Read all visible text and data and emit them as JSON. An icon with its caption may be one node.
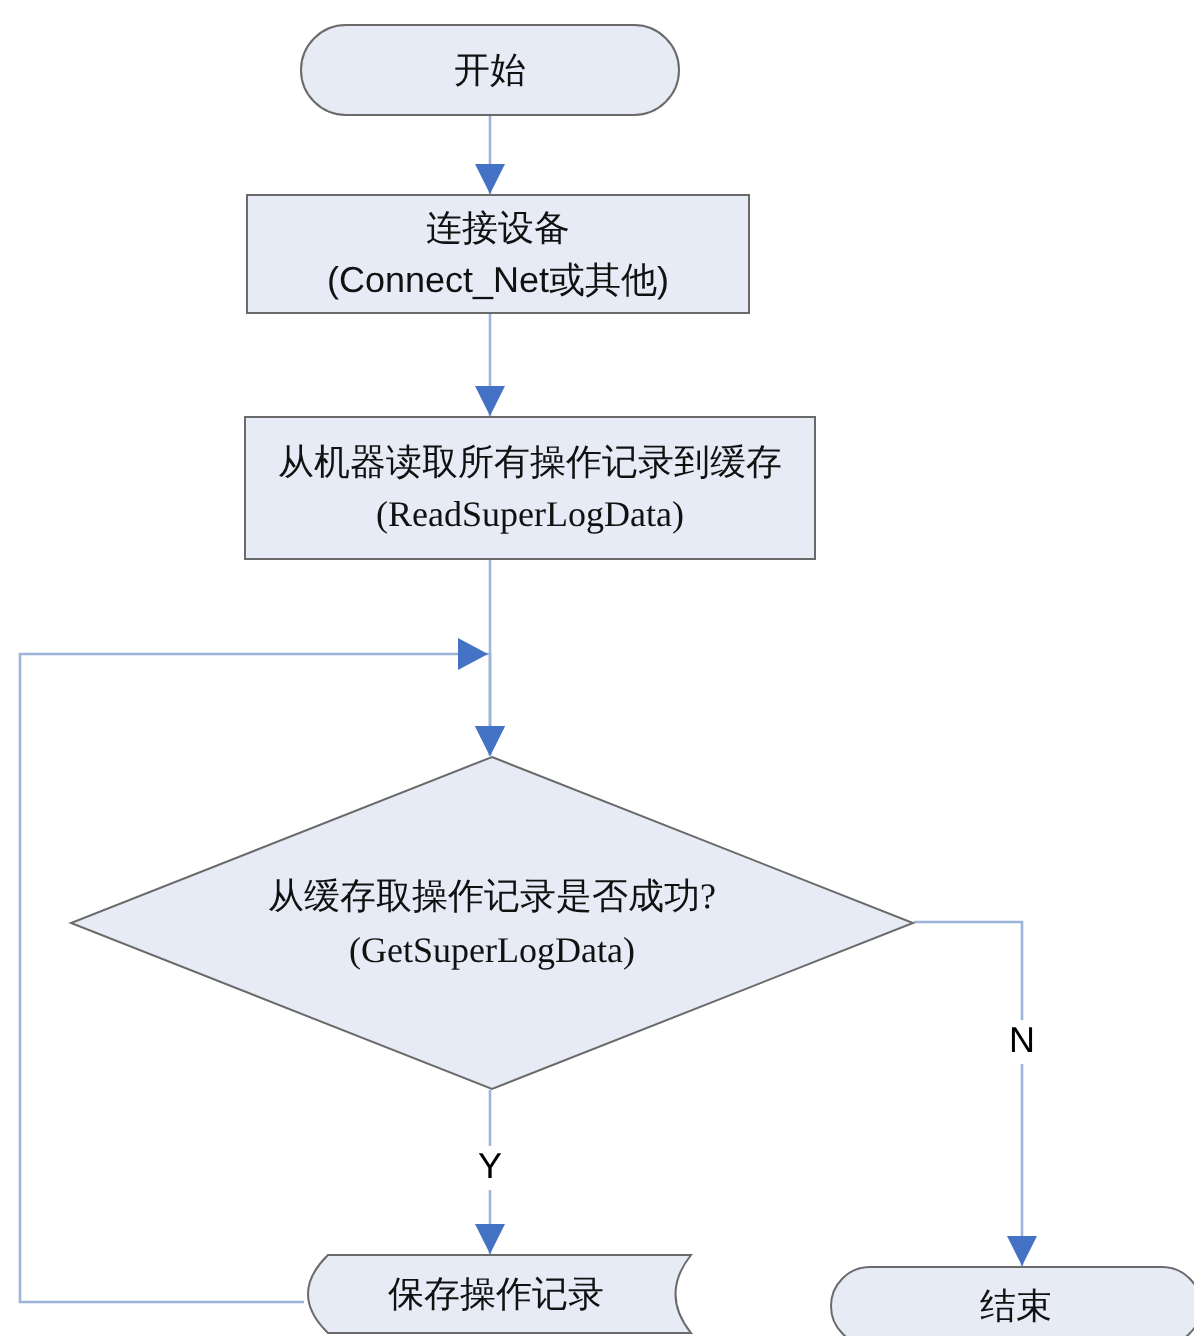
{
  "diagram": {
    "nodes": [
      {
        "text": [
          "开始"
        ]
      },
      {
        "text": [
          "连接设备",
          "(Connect_Net或其他)"
        ]
      },
      {
        "text": [
          "从机器读取所有操作记录到缓存",
          "(ReadSuperLogData)"
        ]
      },
      {
        "text": [
          "从缓存取操作记录是否成功?",
          "(GetSuperLogData)"
        ]
      },
      {
        "text": [
          "保存操作记录"
        ]
      },
      {
        "text": [
          "结束"
        ]
      }
    ],
    "edges": [
      {
        "from": 0,
        "to": 1,
        "arrow": "to"
      },
      {
        "from": 1,
        "to": 2,
        "arrow": "to"
      },
      {
        "from": 2,
        "to": 3,
        "arrow": "to"
      },
      {
        "from": 3,
        "to": 4,
        "arrow": "to",
        "label": "Y"
      },
      {
        "from": 3,
        "to": 5,
        "arrow": "to",
        "label": "N"
      },
      {
        "from": 4,
        "to": 3,
        "arrow": "to"
      }
    ]
  }
}
